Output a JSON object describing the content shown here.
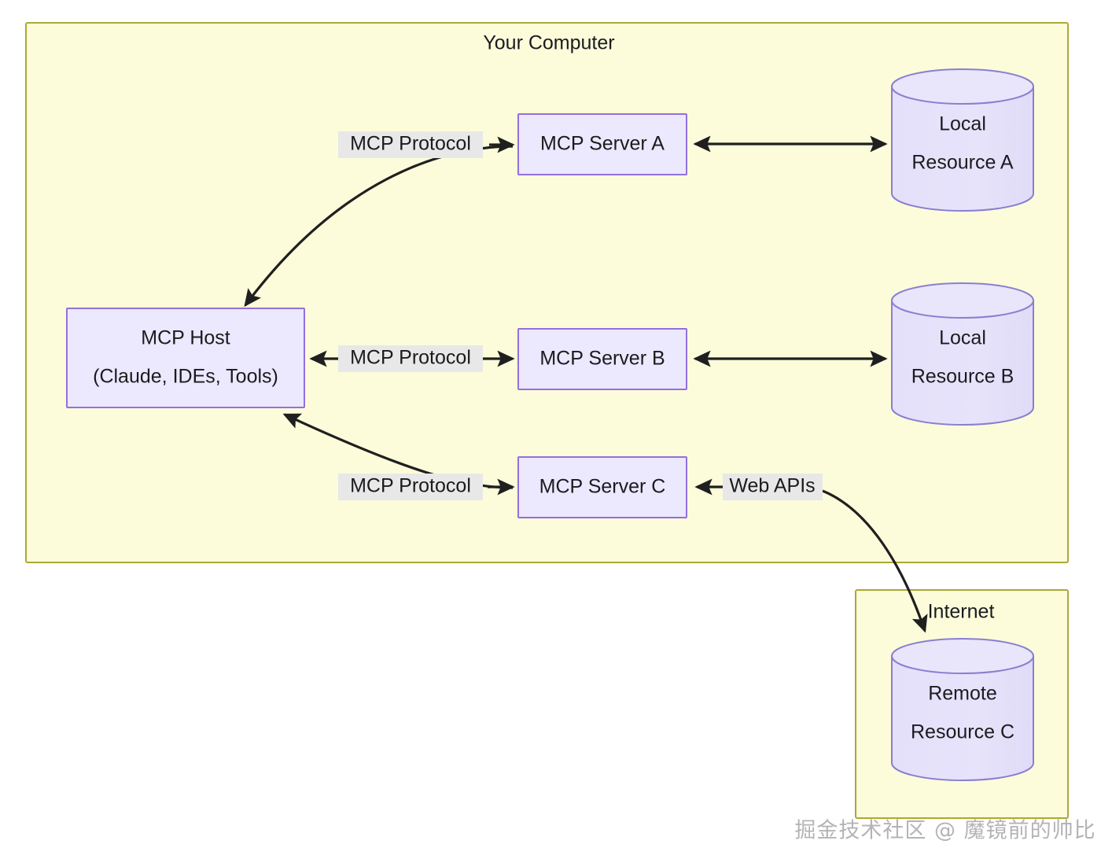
{
  "diagram": {
    "title": "MCP Architecture",
    "type": "flowchart",
    "colors": {
      "cluster_fill": "#FCFCDB",
      "cluster_stroke": "#AAAA33",
      "node_fill": "#ECE8FD",
      "node_stroke": "#9370DB",
      "cylinder_fill": "#E4E0FA",
      "cylinder_stroke": "#8A7FD0",
      "edge_stroke": "#1F1F1F",
      "edge_label_bg": "#E8E8E8",
      "text": "#1B1B1F",
      "page_bg": "#FFFFFF",
      "watermark": "#B4B4B4"
    }
  },
  "clusters": [
    {
      "id": "your-computer",
      "title": "Your Computer"
    },
    {
      "id": "internet",
      "title": "Internet"
    }
  ],
  "nodes": [
    {
      "id": "mcp-host",
      "shape": "rect",
      "lines": [
        "MCP Host",
        "(Claude, IDEs, Tools)"
      ]
    },
    {
      "id": "mcp-server-a",
      "shape": "rect",
      "lines": [
        "MCP Server A"
      ]
    },
    {
      "id": "mcp-server-b",
      "shape": "rect",
      "lines": [
        "MCP Server B"
      ]
    },
    {
      "id": "mcp-server-c",
      "shape": "rect",
      "lines": [
        "MCP Server C"
      ]
    },
    {
      "id": "local-resource-a",
      "shape": "cylinder",
      "lines": [
        "Local",
        "Resource A"
      ]
    },
    {
      "id": "local-resource-b",
      "shape": "cylinder",
      "lines": [
        "Local",
        "Resource B"
      ]
    },
    {
      "id": "remote-resource-c",
      "shape": "cylinder",
      "lines": [
        "Remote",
        "Resource C"
      ]
    }
  ],
  "edges": [
    {
      "id": "host-server-a",
      "from": "mcp-host",
      "to": "mcp-server-a",
      "label": "MCP Protocol",
      "arrows": "both"
    },
    {
      "id": "host-server-b",
      "from": "mcp-host",
      "to": "mcp-server-b",
      "label": "MCP Protocol",
      "arrows": "both"
    },
    {
      "id": "host-server-c",
      "from": "mcp-host",
      "to": "mcp-server-c",
      "label": "MCP Protocol",
      "arrows": "both"
    },
    {
      "id": "server-a-resource-a",
      "from": "mcp-server-a",
      "to": "local-resource-a",
      "label": "",
      "arrows": "both"
    },
    {
      "id": "server-b-resource-b",
      "from": "mcp-server-b",
      "to": "local-resource-b",
      "label": "",
      "arrows": "both"
    },
    {
      "id": "server-c-remote-c",
      "from": "mcp-server-c",
      "to": "remote-resource-c",
      "label": "Web APIs",
      "arrows": "both"
    }
  ],
  "labels": {
    "your_computer": "Your Computer",
    "internet": "Internet",
    "mcp_host_line1": "MCP Host",
    "mcp_host_line2": "(Claude, IDEs, Tools)",
    "mcp_server_a": "MCP Server A",
    "mcp_server_b": "MCP Server B",
    "mcp_server_c": "MCP Server C",
    "local_resource_a_line1": "Local",
    "local_resource_a_line2": "Resource A",
    "local_resource_b_line1": "Local",
    "local_resource_b_line2": "Resource B",
    "remote_resource_c_line1": "Remote",
    "remote_resource_c_line2": "Resource C",
    "edge_label_a": "MCP Protocol",
    "edge_label_b": "MCP Protocol",
    "edge_label_c": "MCP Protocol",
    "edge_label_web_apis": "Web APIs"
  },
  "watermark": {
    "text": "掘金技术社区 @ 魔镜前的帅比"
  }
}
